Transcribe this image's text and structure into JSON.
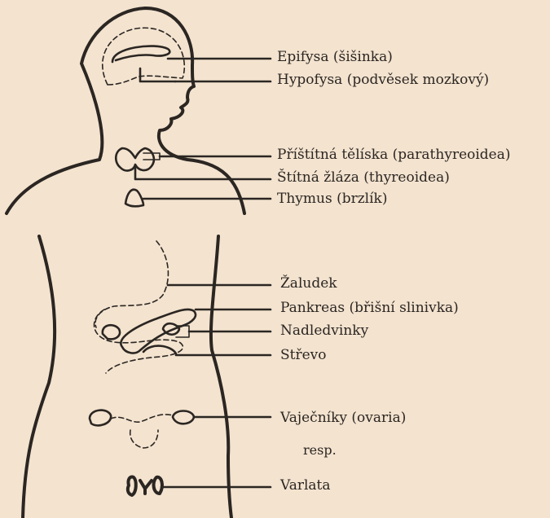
{
  "background_color": "#f3e3cf",
  "ink_color": "#2b2622",
  "labels": {
    "epifysa": "Epifysa (šišinka)",
    "hypofysa": "Hypofysa (podvěsek mozkový)",
    "pristitna": "Příštítná tělíska (parathyreoidea)",
    "stitna": "Štítná žláza (thyreoidea)",
    "thymus": "Thymus (brzlík)",
    "zaludek": "Žaludek",
    "pankreas": "Pankreas (břišní slinivka)",
    "nadledvinky": "Nadledvinky",
    "strevo": "Střevo",
    "vajecniky": "Vaječníky (ovaria)",
    "resp": "resp.",
    "varlata": "Varlata"
  }
}
